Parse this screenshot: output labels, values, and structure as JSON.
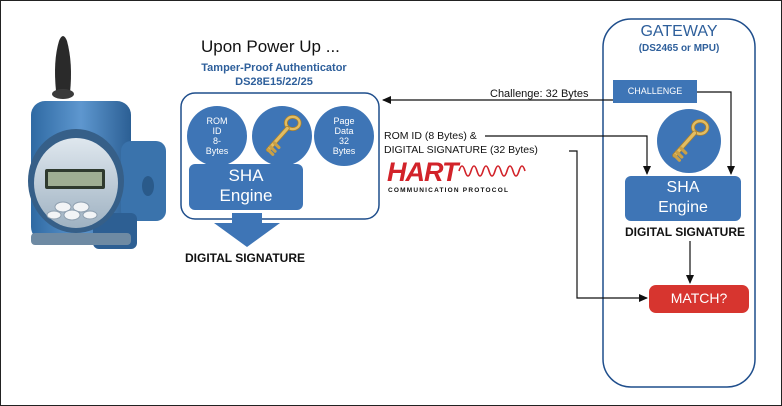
{
  "title": "Upon Power Up ...",
  "authenticator": {
    "label": "Tamper-Proof Authenticator",
    "part": "DS28E15/22/25",
    "rom_id_lines": [
      "ROM",
      "ID",
      "8-",
      "Bytes"
    ],
    "page_data_lines": [
      "Page",
      "Data",
      "32",
      "Bytes"
    ],
    "engine_lines": [
      "SHA",
      "Engine"
    ]
  },
  "output_label": "DIGITAL SIGNATURE",
  "challenge_label": "Challenge: 32 Bytes",
  "response_lines": [
    "ROM ID (8 Bytes) &",
    "DIGITAL SIGNATURE (32 Bytes)"
  ],
  "hart": {
    "logo": "HART",
    "tagline": "COMMUNICATION PROTOCOL"
  },
  "gateway": {
    "title": "GATEWAY",
    "subtitle": "(DS2465 or MPU)",
    "challenge_box": "CHALLENGE",
    "engine_lines": [
      "SHA",
      "Engine"
    ],
    "signature_label": "DIGITAL SIGNATURE",
    "match_label": "MATCH?"
  },
  "colors": {
    "blue_fill": "#3e75b6",
    "blue_stroke": "#1f4e8c",
    "match_red": "#d7352f",
    "key_gold": "#d9b257",
    "hart_red": "#d2232a"
  }
}
